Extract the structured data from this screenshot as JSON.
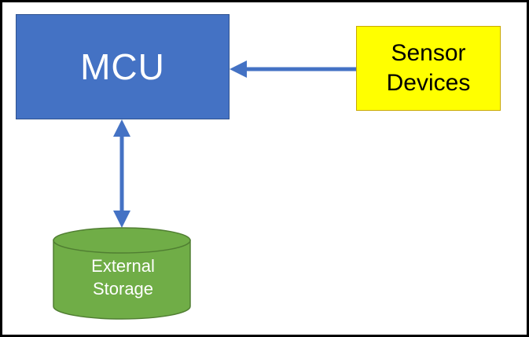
{
  "diagram": {
    "mcu": {
      "label": "MCU",
      "fill": "#4472c4"
    },
    "sensor": {
      "line1": "Sensor",
      "line2": "Devices",
      "fill": "#ffff00"
    },
    "storage": {
      "line1": "External",
      "line2": "Storage",
      "fill": "#70ad47"
    },
    "connector_color": "#4472c4"
  }
}
